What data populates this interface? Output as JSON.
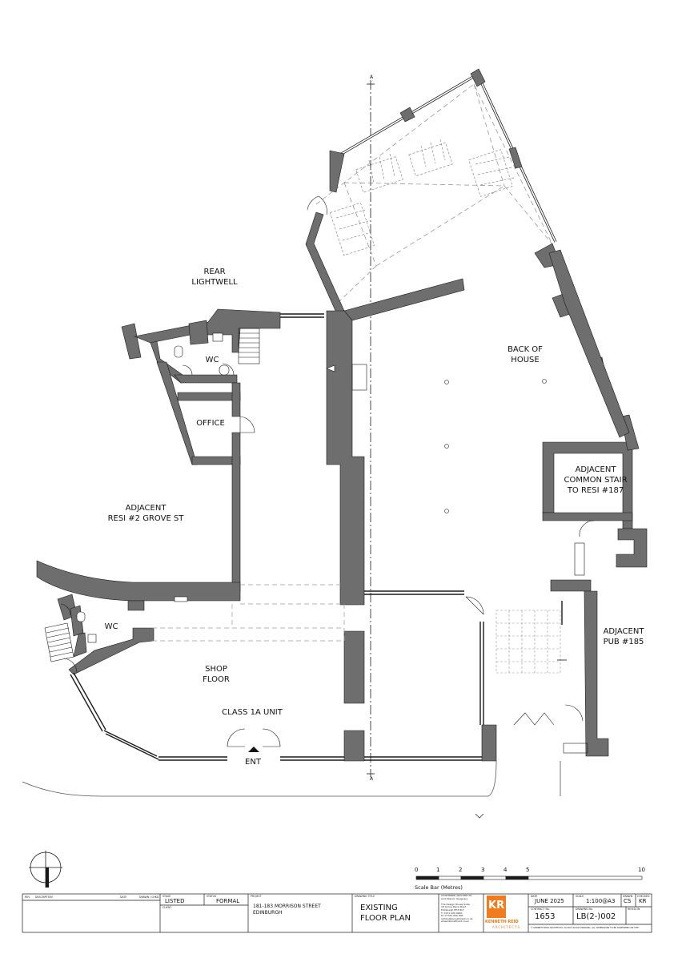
{
  "rooms": {
    "rear_lightwell": "REAR\nLIGHTWELL",
    "wc_upper": "WC",
    "office": "OFFICE",
    "back_of_house": "BACK OF\nHOUSE",
    "adjacent_common_stair": "ADJACENT\nCOMMON STAIR\nTO RESI #187",
    "adjacent_resi": "ADJACENT\nRESI #2 GROVE ST",
    "wc_lower": "WC",
    "adjacent_pub": "ADJACENT\nPUB #185",
    "shop_floor": "SHOP\nFLOOR",
    "class_unit": "CLASS 1A UNIT",
    "entrance": "ENT"
  },
  "section_marks": {
    "top": "A",
    "bottom": "A"
  },
  "scale_bar": {
    "ticks": [
      "0",
      "1",
      "2",
      "3",
      "4",
      "5",
      "10"
    ],
    "caption": "Scale Bar (Metres)"
  },
  "title_block": {
    "rev_header": "REV",
    "description_header": "DESCRIPTION",
    "date_header": "DATE",
    "drawn_checked_header": "DRAWN / CHKD",
    "stage_header": "STAGE",
    "status_header": "STATUS",
    "client_header": "CLIENT",
    "project_header": "PROJECT",
    "drawing_title_header": "DRAWING TITLE",
    "stage": "LISTED",
    "status": "FORMAL",
    "project": "181-183 MORRISON STREET\nEDINBURGH",
    "drawing_title": "EXISTING\nFLOOR PLAN",
    "firm_block": "CHARTERED ARCHITECTS\nand Interior designers\n\nThe Design House Suite\n18 Grove Place Road\nEdinburgh EH3 8LF\nT: 0131 000 0000\nM: 07700 900 000\nadmin@kennethreid.co.uk\nwww.kennethreid.co.uk",
    "logo_mark": "KR",
    "logo_name": "KENNETH REID",
    "logo_sub": "ARCHITECTS",
    "date_label": "DATE",
    "date": "JUNE 2025",
    "scale_label": "SCALE",
    "scale": "1:100@A3",
    "drawn_label": "DRAWN",
    "drawn": "CS",
    "checked_label": "CHECKED",
    "checked": "KR",
    "contract_label": "CONTRACT No.",
    "contract": "1653",
    "drawing_no_label": "DRAWING No.",
    "drawing_no": "LB(2-)002",
    "revision_label": "REVISION",
    "copyright": "© KENNETH REID ARCHITECTS. DO NOT SCALE DRAWING. ALL DIMENSIONS TO BE CONFIRMED ON SITE."
  },
  "colors": {
    "wall_fill": "#6e6e6e",
    "line": "#1a1a1a",
    "hidden_line": "#9a9a9a",
    "logo_orange": "#f07c1e"
  }
}
